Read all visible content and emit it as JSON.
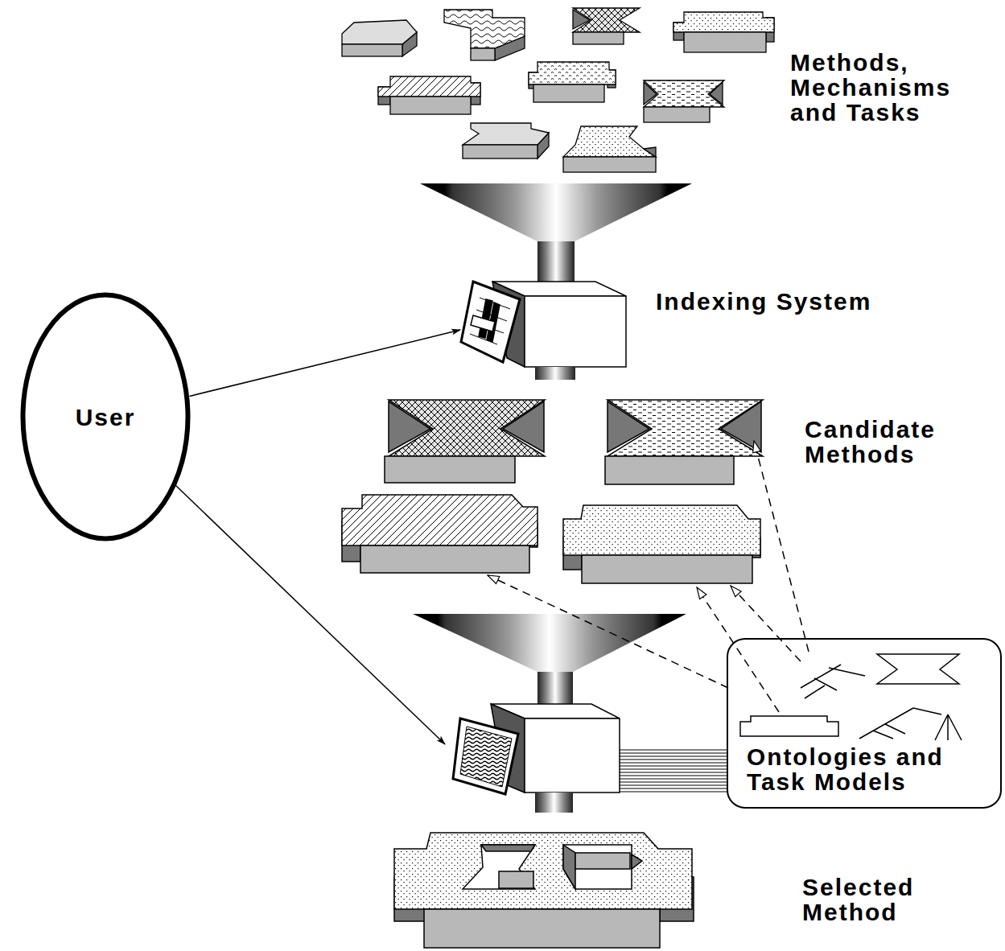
{
  "diagram": {
    "nodes": [
      {
        "text": [
          "Indexing System"
        ]
      },
      {
        "text": [
          "User"
        ]
      },
      {
        "text": [
          "Ontologies and Task Models"
        ]
      }
    ],
    "edges": [
      {
        "from": 1,
        "to": 0,
        "arrow": "to"
      }
    ],
    "labels": [
      "Methods, Mechanisms and Tasks",
      "Candidate Methods",
      "Selected Method"
    ]
  }
}
